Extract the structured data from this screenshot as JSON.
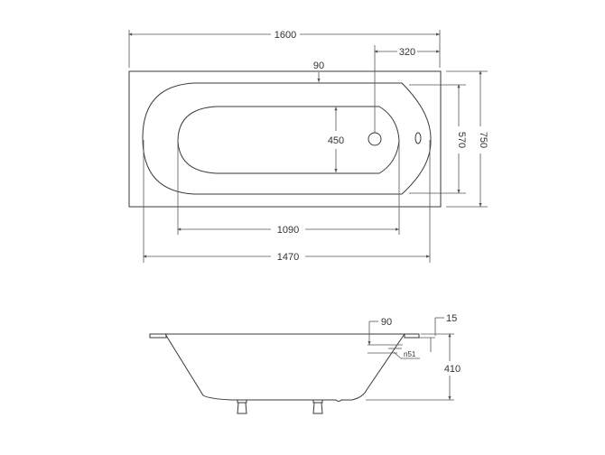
{
  "drawing": {
    "type": "bathtub technical drawing",
    "top_view": {
      "dimensions": {
        "overall_length": "1600",
        "drain_offset": "320",
        "rim_width": "90",
        "inner_width": "450",
        "bowl_width": "570",
        "overall_width": "750",
        "inner_length": "1090",
        "bowl_length": "1470"
      }
    },
    "side_view": {
      "dimensions": {
        "rim_depth": "90",
        "rim_thickness": "15",
        "overflow_diameter": "n51",
        "height": "410"
      }
    }
  }
}
